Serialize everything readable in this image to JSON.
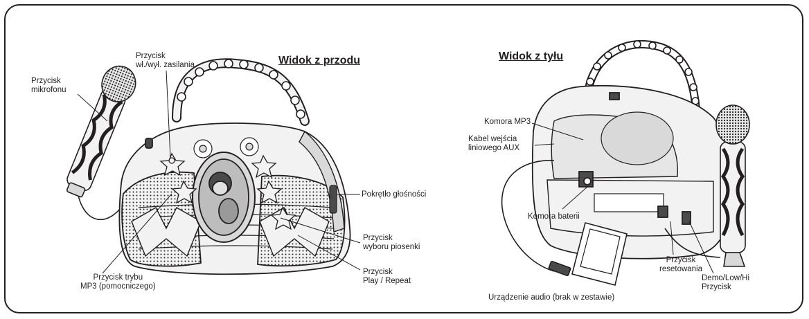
{
  "front": {
    "title": "Widok z przodu",
    "labels": {
      "mic_button": [
        "Przycisk",
        "mikrofonu"
      ],
      "power_button": [
        "Przycisk",
        "wł./wył. zasilania"
      ],
      "volume_knob": [
        "Pokrętło głośności"
      ],
      "song_select": [
        "Przycisk",
        "wyboru piosenki"
      ],
      "play_repeat": [
        "Przycisk",
        "Play / Repeat"
      ],
      "mp3_mode": [
        "Przycisk trybu",
        "MP3 (pomocniczego)"
      ]
    }
  },
  "back": {
    "title": "Widok z tyłu",
    "labels": {
      "mp3_compartment": [
        "Komora MP3"
      ],
      "aux_cable": [
        "Kabel wejścia",
        "liniowego AUX"
      ],
      "battery_compartment": [
        "Komora baterii"
      ],
      "reset_button": [
        "Przycisk",
        "resetowania"
      ],
      "demo_button": [
        "Demo/Low/Hi",
        "Przycisk"
      ],
      "audio_device": [
        "Urządzenie audio (brak w zestawie)"
      ]
    }
  },
  "colors": {
    "line": "#231f20",
    "fill_light": "#f2f2f2",
    "fill_mid": "#d9d9d9",
    "fill_dark": "#4a4a4a"
  }
}
